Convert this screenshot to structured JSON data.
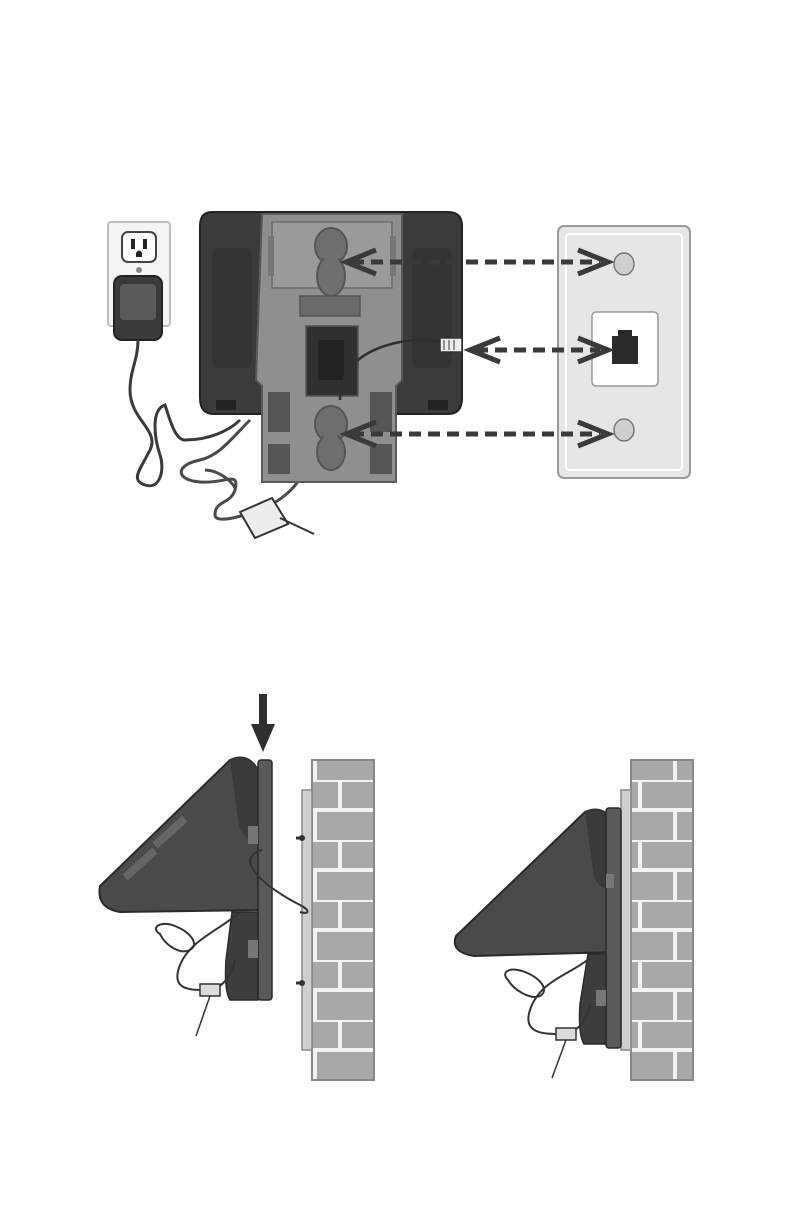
{
  "figure_top": {
    "outlet": "electrical-outlet",
    "adapter": "power-adapter",
    "base": "telephone-base-underside",
    "wall_plate": "wall-plate-with-phone-jack",
    "arrows": [
      "mounting-screw-top",
      "phone-jack",
      "mounting-screw-bottom"
    ]
  },
  "figure_bottom": {
    "step1": "base-sliding-down-onto-wall-screws",
    "step2": "base-mounted-on-wall",
    "arrow": "down-arrow"
  },
  "colors": {
    "base_dark": "#3a3a3a",
    "bracket_gray": "#8f8f8f",
    "wall_plate": "#e6e6e6",
    "brick": "#a8a8a8",
    "dashed_arrow": "#3a3a3a"
  }
}
